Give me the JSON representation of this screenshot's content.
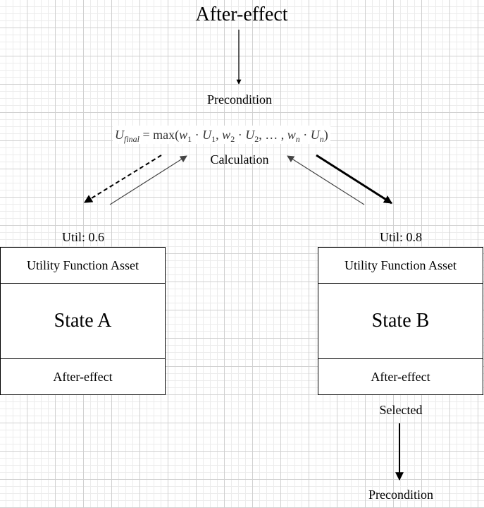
{
  "top": {
    "title": "After-effect",
    "precondition": "Precondition"
  },
  "formula": {
    "u": "U",
    "u_sub": "final",
    "eq": " = max(",
    "w1": "w",
    "w1_sub": "1",
    "dot1": " · ",
    "u1": "U",
    "u1_sub": "1",
    "comma1": ", ",
    "w2": "w",
    "w2_sub": "2",
    "dot2": " · ",
    "u2": "U",
    "u2_sub": "2",
    "ellipsis": ", … , ",
    "wn": "w",
    "wn_sub": "n",
    "dot3": " · ",
    "un": "U",
    "un_sub": "n",
    "close": ")"
  },
  "calculation_label": "Calculation",
  "state_a": {
    "util": "Util: 0.6",
    "header": "Utility Function Asset",
    "name": "State A",
    "footer": "After-effect"
  },
  "state_b": {
    "util": "Util: 0.8",
    "header": "Utility Function Asset",
    "name": "State B",
    "footer": "After-effect"
  },
  "bottom": {
    "selected": "Selected",
    "precondition": "Precondition"
  }
}
